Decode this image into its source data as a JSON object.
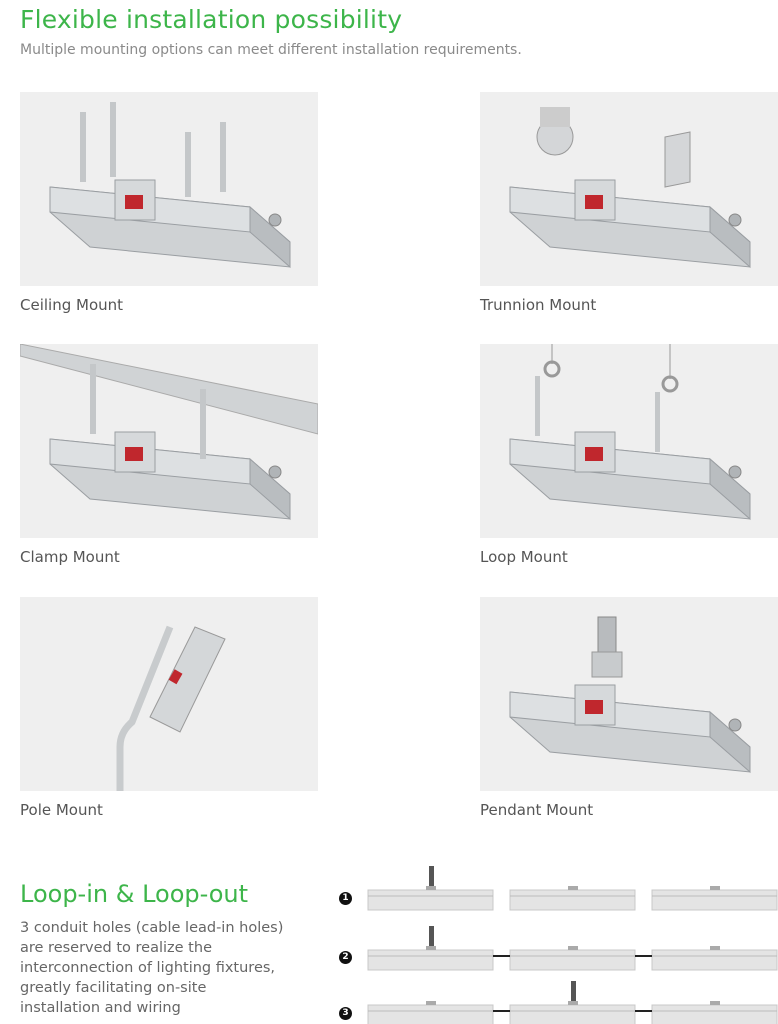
{
  "header": {
    "title": "Flexible installation possibility",
    "subtitle": "Multiple mounting options can meet different installation requirements."
  },
  "mounts": [
    {
      "label": "Ceiling Mount",
      "type": "ceiling"
    },
    {
      "label": "Trunnion Mount",
      "type": "trunnion"
    },
    {
      "label": "Clamp Mount",
      "type": "clamp"
    },
    {
      "label": "Loop Mount",
      "type": "loop"
    },
    {
      "label": "Pole Mount",
      "type": "pole"
    },
    {
      "label": "Pendant Mount",
      "type": "pendant"
    }
  ],
  "loop": {
    "title": "Loop-in & Loop-out",
    "description": "3 conduit holes (cable lead-in holes) are reserved to realize the interconnection of lighting fixtures, greatly facilitating on-site installation and wiring",
    "steps": [
      "1",
      "2",
      "3"
    ]
  },
  "colors": {
    "accent": "#3db54a",
    "text": "#555555",
    "card": "#efefef"
  }
}
